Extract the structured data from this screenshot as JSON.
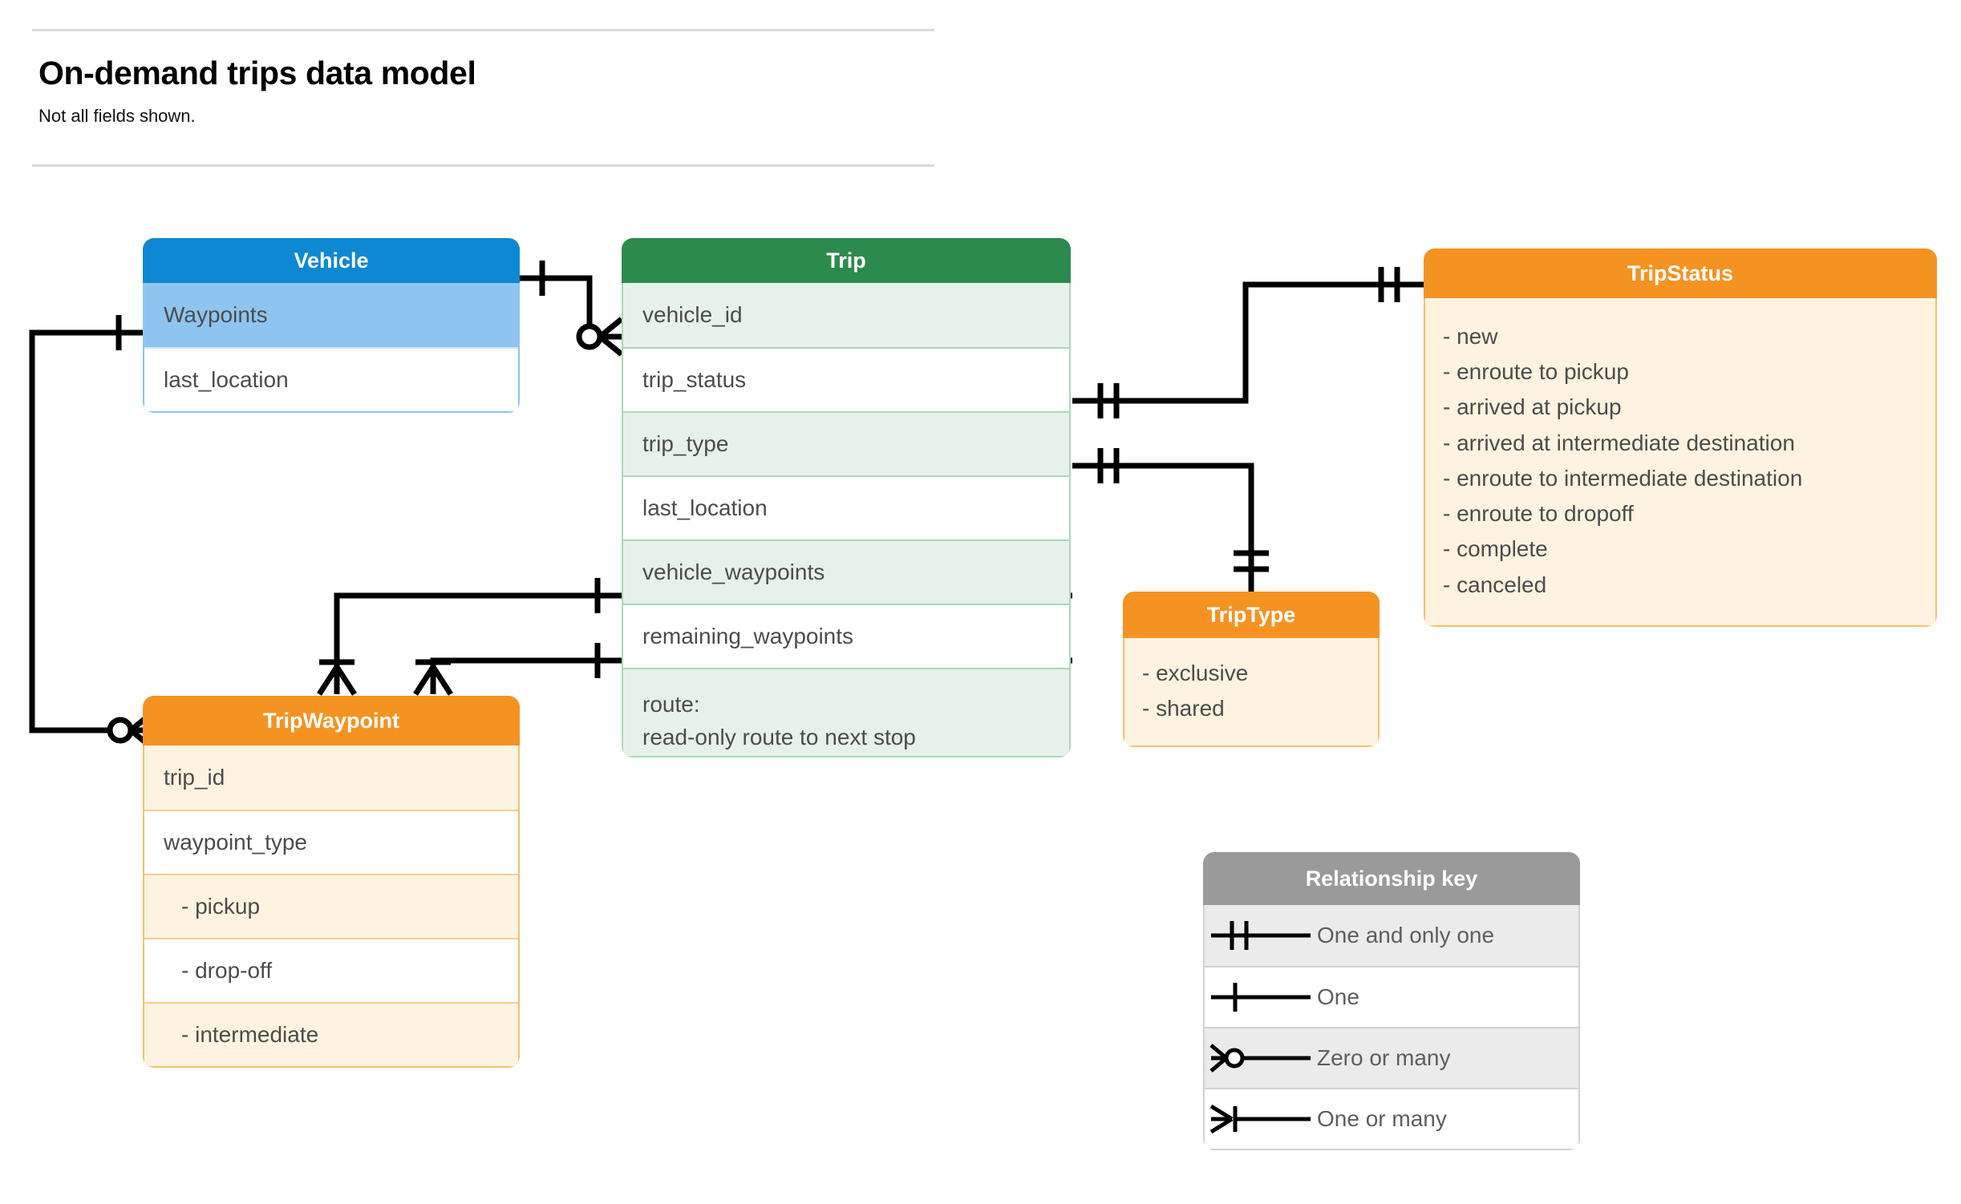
{
  "header": {
    "title": "On-demand trips data model",
    "subtitle": "Not all fields shown."
  },
  "entities": {
    "vehicle": {
      "name": "Vehicle",
      "header_color": "#0f88d3",
      "fields": [
        {
          "label": "Waypoints"
        },
        {
          "label": "last_location"
        }
      ]
    },
    "trip": {
      "name": "Trip",
      "header_color": "#2d8a4e",
      "fields": [
        {
          "label": "vehicle_id"
        },
        {
          "label": "trip_status"
        },
        {
          "label": "trip_type"
        },
        {
          "label": "last_location"
        },
        {
          "label": "vehicle_waypoints"
        },
        {
          "label": "remaining_waypoints"
        },
        {
          "label": "route:",
          "sublabel": "read-only route to next stop"
        }
      ]
    },
    "trip_status": {
      "name": "TripStatus",
      "header_color": "#f59322",
      "values": [
        "- new",
        "- enroute to pickup",
        "- arrived at pickup",
        "- arrived at intermediate destination",
        "- enroute to intermediate destination",
        "- enroute to dropoff",
        "- complete",
        "- canceled"
      ]
    },
    "trip_type": {
      "name": "TripType",
      "header_color": "#f59322",
      "values": [
        "- exclusive",
        "- shared"
      ]
    },
    "trip_waypoint": {
      "name": "TripWaypoint",
      "header_color": "#f59322",
      "fields": [
        {
          "label": "trip_id"
        },
        {
          "label": "waypoint_type"
        },
        {
          "label": "-  pickup"
        },
        {
          "label": "-  drop-off"
        },
        {
          "label": "-  intermediate"
        }
      ]
    }
  },
  "legend": {
    "title": "Relationship key",
    "header_color": "#9a9a9a",
    "rows": [
      {
        "symbol": "one-and-only-one-icon",
        "label": "One and only one"
      },
      {
        "symbol": "one-icon",
        "label": "One"
      },
      {
        "symbol": "zero-or-many-icon",
        "label": "Zero or many"
      },
      {
        "symbol": "one-or-many-icon",
        "label": "One or many"
      }
    ]
  },
  "relationships": [
    {
      "from": "Vehicle",
      "to": "Trip.vehicle_id",
      "from_cardinality": "One",
      "to_cardinality": "Zero or many"
    },
    {
      "from": "Vehicle.Waypoints",
      "to": "TripWaypoint",
      "from_cardinality": "One",
      "to_cardinality": "Zero or many"
    },
    {
      "from": "Trip.trip_status",
      "to": "TripStatus",
      "from_cardinality": "One and only one",
      "to_cardinality": "One and only one"
    },
    {
      "from": "Trip.trip_type",
      "to": "TripType",
      "from_cardinality": "One and only one",
      "to_cardinality": "One and only one"
    },
    {
      "from": "Trip.vehicle_waypoints",
      "to": "TripWaypoint",
      "from_cardinality": "One",
      "to_cardinality": "One or many"
    },
    {
      "from": "Trip.remaining_waypoints",
      "to": "TripWaypoint",
      "from_cardinality": "One",
      "to_cardinality": "One or many"
    }
  ]
}
